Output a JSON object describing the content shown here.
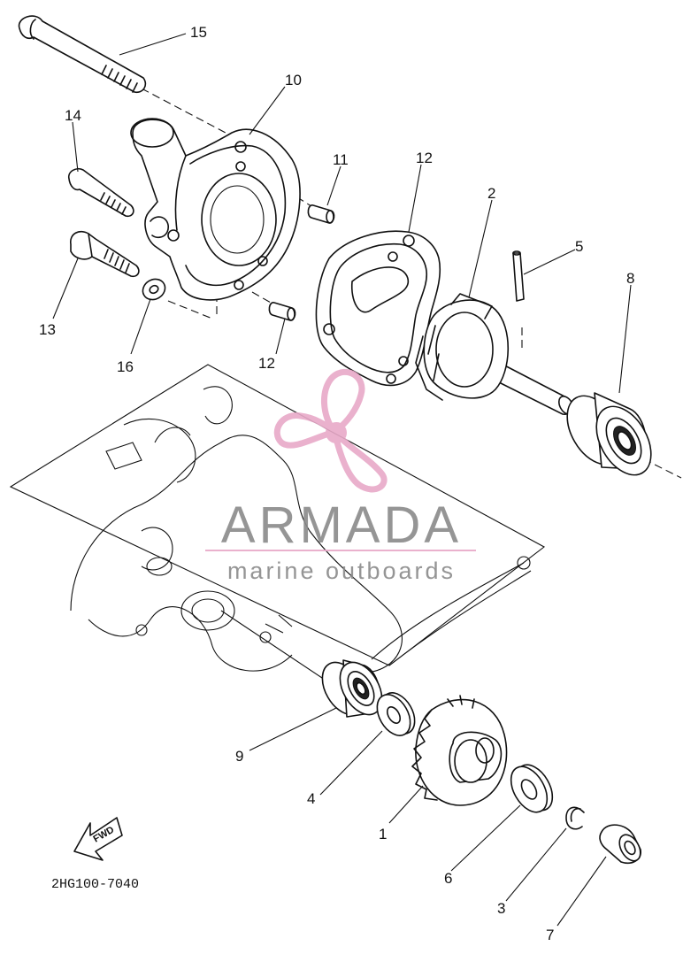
{
  "diagram": {
    "drawing_code": "2HG100-7040",
    "fwd_label": "FWD",
    "callouts": [
      "1",
      "2",
      "3",
      "4",
      "5",
      "6",
      "7",
      "8",
      "9",
      "10",
      "11",
      "12",
      "12",
      "13",
      "14",
      "15",
      "16"
    ]
  },
  "watermark": {
    "title": "ARMADA",
    "subtitle": "marine outboards",
    "title_color": "#8a8a8a",
    "accent_color": "#e8a9c8"
  }
}
